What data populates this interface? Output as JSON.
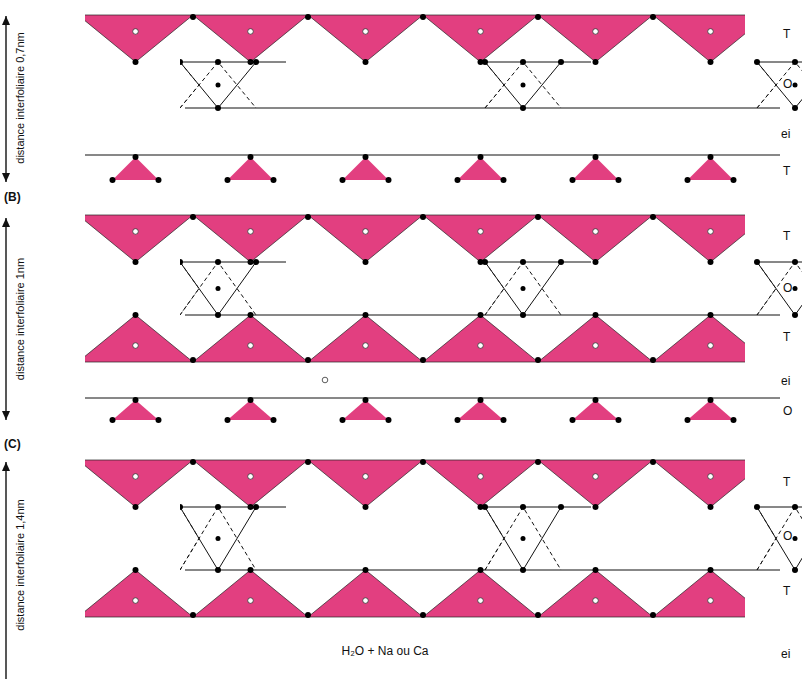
{
  "diagram": {
    "labels": [
      "distance interfoliaire 0,7nm",
      "T",
      "O",
      "ei",
      "T",
      "(B)",
      "distance interfoliaire 1nm",
      "T",
      "O",
      "T",
      "ei",
      "O",
      "(C)",
      "distance interfoliaire 1,4nm",
      "T",
      "O",
      "T",
      "H₂O + Na ou Ca",
      "ei"
    ]
  }
}
